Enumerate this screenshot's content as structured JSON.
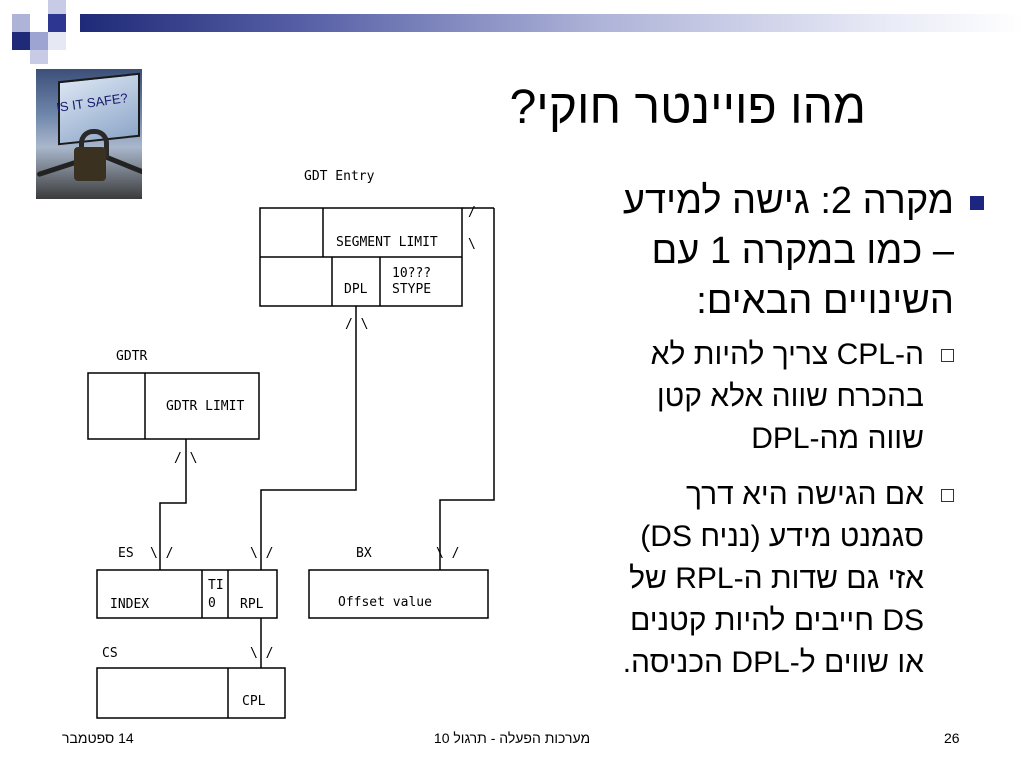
{
  "slide": {
    "title": "מהו פויינטר חוקי?",
    "image_caption": "IS IT SAFE?",
    "bullet_main": [
      "מקרה 2: גישה למידע",
      "– כמו במקרה 1 עם",
      "השינויים הבאים:"
    ],
    "sub_bullet_1": [
      "ה-CPL צריך להיות לא",
      "בהכרח שווה אלא קטן",
      "שווה מה-DPL"
    ],
    "sub_bullet_2": [
      "אם הגישה היא דרך",
      "סגמנט מידע (נניח DS)",
      "אזי גם שדות ה-RPL של",
      "DS חייבים להיות קטנים",
      "או שווים ל-DPL הכניסה."
    ]
  },
  "diagram": {
    "gdt_entry_label": "GDT Entry",
    "segment_limit": "SEGMENT  LIMIT",
    "dpl": "DPL",
    "stype_top": "10???",
    "stype_bottom": "STYPE",
    "gdtr_label": "GDTR",
    "gdtr_limit": "GDTR LIMIT",
    "es_label": "ES",
    "index": "INDEX",
    "ti_top": "TI",
    "ti_bottom": "0",
    "rpl": "RPL",
    "bx_label": "BX",
    "offset_value": "Offset value",
    "cs_label": "CS",
    "cpl": "CPL",
    "slash_marks": {
      "gdt_top": "/",
      "gdt_mid": "\\",
      "gdt_bottom": "/ \\",
      "gdtr": "/ \\",
      "es_left": "\\ /",
      "es_right": "\\ /",
      "bx": "\\ /",
      "cs": "\\ /"
    }
  },
  "footer": {
    "date": "14 ספטמבר",
    "course": "מערכות הפעלה - תרגול 10",
    "page": "26"
  },
  "colors": {
    "accent": "#1c2680",
    "deco_dark": "#1f2a78",
    "deco_light": "#9ea4d2"
  }
}
